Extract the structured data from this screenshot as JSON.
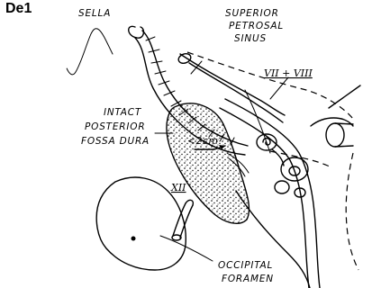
{
  "panel_label": "De1",
  "labels": {
    "sella": "SELLA",
    "superior_petrosal_sinus_line1": "SUPERIOR",
    "superior_petrosal_sinus_line2": "PETROSAL",
    "superior_petrosal_sinus_line3": "SINUS",
    "nerve_vii_viii": "VII + VIII",
    "intact_line1": "INTACT",
    "intact_line2": "POSTERIOR",
    "intact_line3": "FOSSA DURA",
    "measurement": "<2cm",
    "nerve_xii": "XII",
    "occipital_line1": "OCCIPITAL",
    "occipital_line2": "FORAMEN"
  }
}
